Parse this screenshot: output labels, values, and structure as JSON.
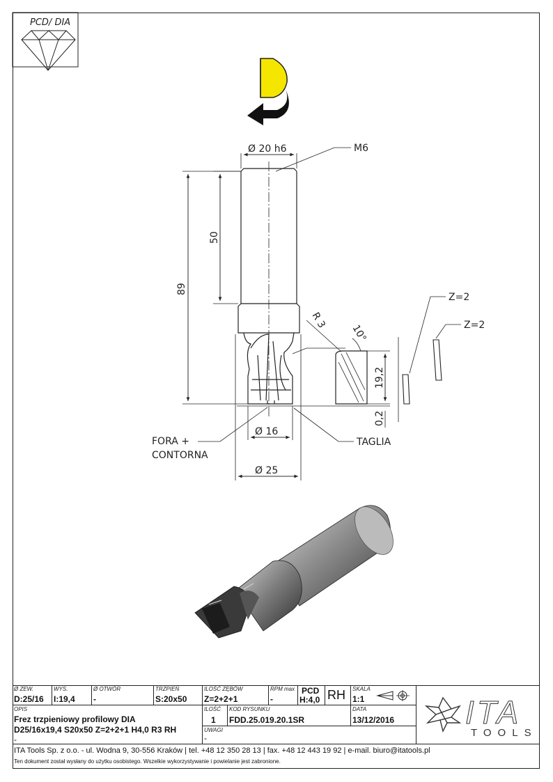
{
  "material_box": {
    "label": "PCD/ DIA"
  },
  "drawing": {
    "dim_shank_diameter": "Ø 20 h6",
    "thread": "M6",
    "dim_shank_length": "50",
    "dim_total_length": "89",
    "radius": "R 3",
    "angle": "10°",
    "dim_cut_height": "19,2",
    "dim_offset": "0,2",
    "dim_inner_diameter": "Ø 16",
    "dim_outer_diameter": "Ø 25",
    "label_fora_line1": "FORA +",
    "label_fora_line2": "CONTORNA",
    "label_taglia": "TAGLIA",
    "teeth_a": "Z=2",
    "teeth_b": "Z=2"
  },
  "title_block": {
    "zew_cap": "Ø ZEW.",
    "zew_val": "D:25/16",
    "wys_cap": "WYS.",
    "wys_val": "I:19,4",
    "otwor_cap": "Ø OTWÓR",
    "otwor_val": "-",
    "trzpien_cap": "TRZPIEŃ",
    "trzpien_val": "S:20x50",
    "zebow_cap": "ILOŚĆ ZĘBÓW",
    "zebow_val": "Z=2+2+1",
    "rpm_cap": "RPM max",
    "rpm_val": "-",
    "pcd_line1": "PCD",
    "pcd_line2": "H:4,0",
    "rh": "RH",
    "skala_cap": "SKALA",
    "skala_val": "1:1",
    "opis_cap": "OPIS",
    "opis_line1": "Frez trzpieniowy profilowy DIA",
    "opis_line2": "D25/16x19,4 S20x50 Z=2+2+1 H4,0 R3 RH",
    "opis_line3": "-",
    "ilosc_cap": "ILOŚĆ",
    "ilosc_val": "1",
    "kod_cap": "KOD RYSUNKU",
    "kod_val": "FDD.25.019.20.1SR",
    "data_cap": "DATA",
    "data_val": "13/12/2016",
    "uwagi_cap": "UWAGI",
    "uwagi_val": "-",
    "logo_text": "ITA",
    "logo_sub": "TOOLS",
    "footer_address": "ITA Tools Sp. z o.o. - ul. Wodna 9, 30-556 Kraków | tel. +48 12 350 28 13 | fax. +48 12 443 19 92 | e-mail. biuro@itatools.pl",
    "footer_note": "Ten dokument został wysłany do użytku osobistego. Wszelkie wykorzystywanie i powielanie jest zabronione."
  },
  "colors": {
    "accent_yellow": "#f5e600",
    "line": "#222222"
  }
}
